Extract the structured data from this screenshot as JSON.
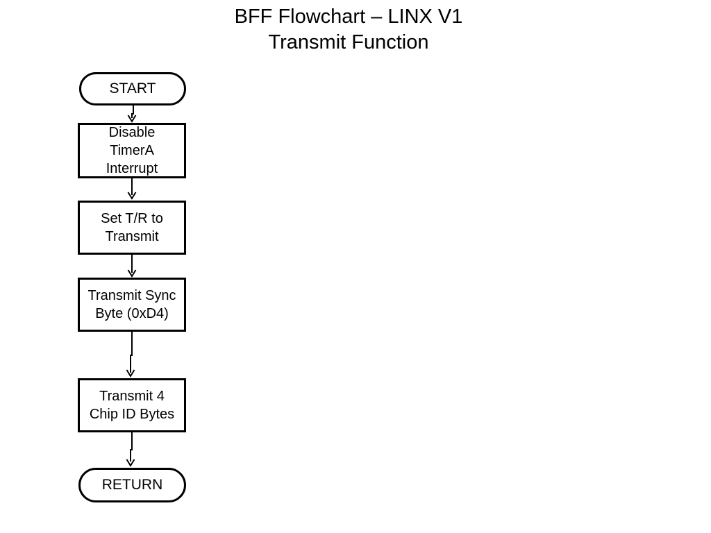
{
  "page": {
    "background": "#ffffff",
    "title": {
      "line1": "BFF Flowchart – LINX V1",
      "line2": "Transmit Function"
    }
  },
  "flowchart": {
    "stroke_color": "#000000",
    "fill_color": "#ffffff",
    "text_color": "#000000",
    "nodes": [
      {
        "id": "start",
        "type": "terminator",
        "label": "START"
      },
      {
        "id": "disable-timera-interrupt",
        "type": "process",
        "label": "Disable TimerA Interrupt",
        "lines": [
          "Disable",
          "TimerA",
          "Interrupt"
        ]
      },
      {
        "id": "set-tr-to-transmit",
        "type": "process",
        "label": "Set T/R to Transmit",
        "lines": [
          "Set T/R to",
          "Transmit"
        ]
      },
      {
        "id": "transmit-sync-byte",
        "type": "process",
        "label": "Transmit Sync Byte (0xD4)",
        "lines": [
          "Transmit Sync",
          "Byte (0xD4)"
        ]
      },
      {
        "id": "transmit-4-chip-id-bytes",
        "type": "process",
        "label": "Transmit 4 Chip ID Bytes",
        "lines": [
          "Transmit 4",
          "Chip ID Bytes"
        ]
      },
      {
        "id": "return",
        "type": "terminator",
        "label": "RETURN"
      }
    ],
    "edges": [
      {
        "from": "start",
        "to": "disable-timera-interrupt"
      },
      {
        "from": "disable-timera-interrupt",
        "to": "set-tr-to-transmit"
      },
      {
        "from": "set-tr-to-transmit",
        "to": "transmit-sync-byte"
      },
      {
        "from": "transmit-sync-byte",
        "to": "transmit-4-chip-id-bytes"
      },
      {
        "from": "transmit-4-chip-id-bytes",
        "to": "return"
      }
    ]
  }
}
